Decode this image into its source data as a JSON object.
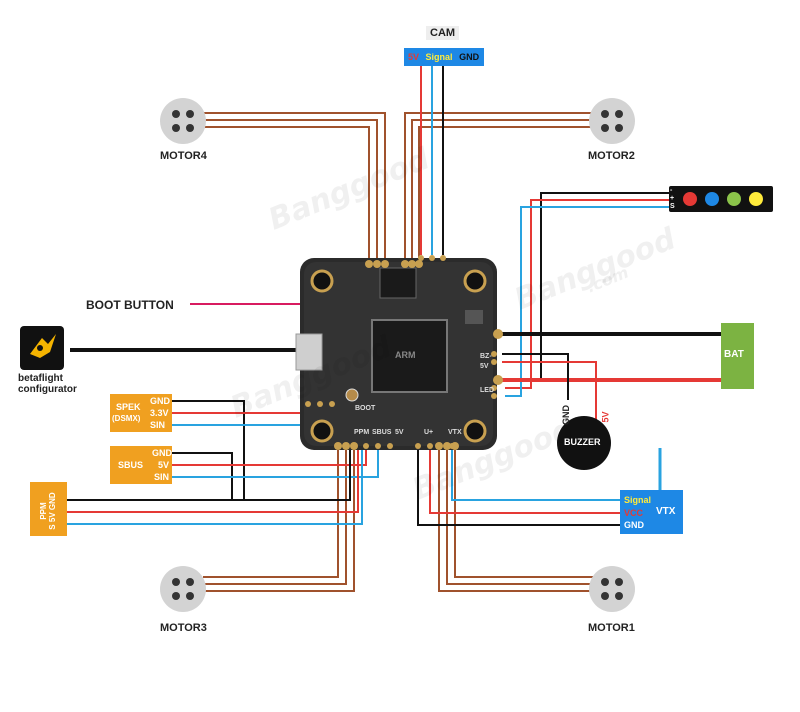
{
  "camera": {
    "title": "CAM",
    "pins": [
      "5V",
      "Signal",
      "GND"
    ]
  },
  "motors": {
    "m4": "MOTOR4",
    "m2": "MOTOR2",
    "m3": "MOTOR3",
    "m1": "MOTOR1"
  },
  "boot_button": "BOOT BUTTON",
  "configurator": {
    "line1": "betaflight",
    "line2": "configurator"
  },
  "spek": {
    "title": "SPEK",
    "subtitle": "(DSMX)",
    "pins": [
      "GND",
      "3.3V",
      "SIN"
    ]
  },
  "sbus": {
    "title": "SBUS",
    "pins": [
      "GND",
      "5V",
      "SIN"
    ]
  },
  "ppm": {
    "title": "PPM",
    "pins": [
      "S",
      "5V",
      "GND"
    ]
  },
  "bat": "BAT",
  "buzzer": {
    "title": "BUZZER",
    "gnd": "GND",
    "fivev": "5V"
  },
  "vtx": {
    "title": "VTX",
    "pins": [
      "Signal",
      "VCC",
      "GND"
    ]
  },
  "ledstrip": {
    "pins": [
      "-",
      "+",
      "S"
    ],
    "led_colors": [
      "#e53935",
      "#1e88e5",
      "#8bc34a",
      "#ffeb3b"
    ]
  },
  "board": {
    "bottom_pins": [
      "PPM",
      "SBUS",
      "5V",
      "U+",
      "VTX"
    ],
    "side_pins": [
      "BZ-",
      "5V",
      "LED"
    ],
    "boot_label": "BOOT",
    "mcu_text": "ARM"
  },
  "watermark": {
    "main": "Banggood",
    "sub": ".com"
  },
  "colors": {
    "motor_wire": "#a0522d",
    "red_wire": "#e53935",
    "black_wire": "#111111",
    "blue_wire": "#29a3e0",
    "orange_box": "#f0a020",
    "blue_box": "#1e88e5",
    "bat_box": "#7cb342",
    "magenta_wire": "#d81b60"
  }
}
